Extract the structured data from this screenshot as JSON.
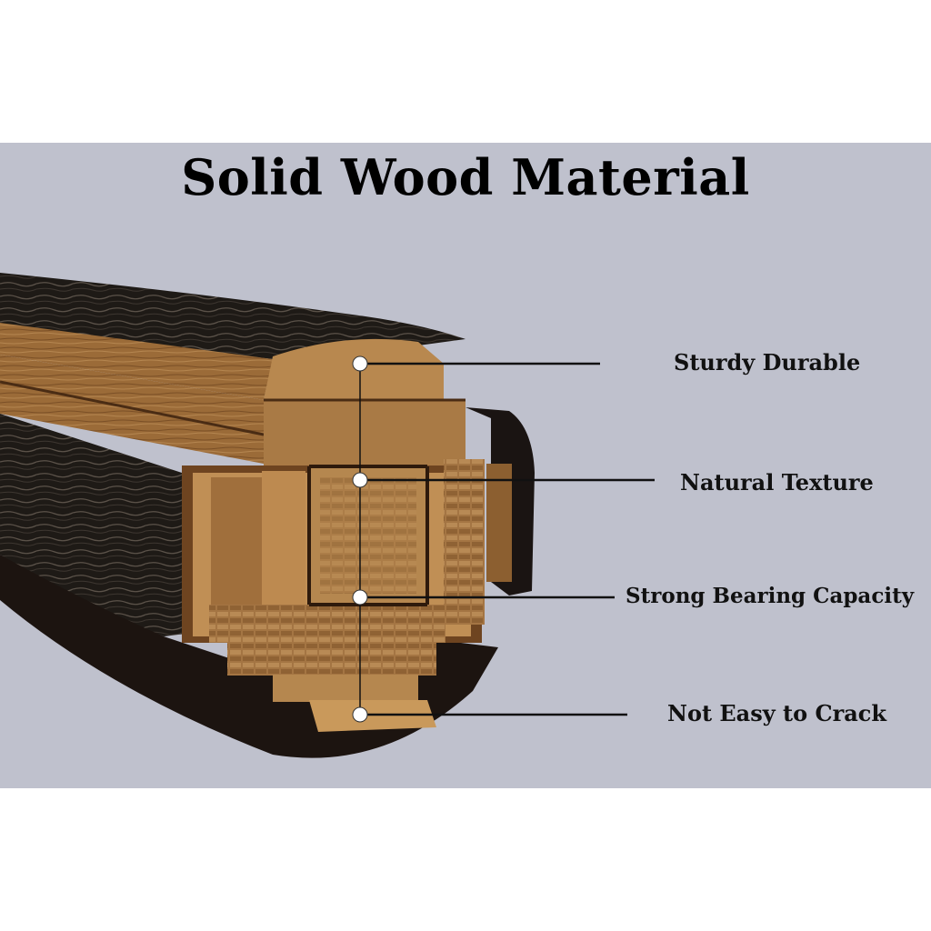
{
  "title": "Solid Wood Material",
  "features": [
    {
      "label": "Sturdy Durable"
    },
    {
      "label": "Natural  Texture"
    },
    {
      "label": "Strong Bearing Capacity"
    },
    {
      "label": "Not Easy to Crack"
    }
  ],
  "colors": {
    "panel_background": "#bfc1cd",
    "page_background": "#ffffff",
    "bark": "#1e1a16",
    "wood_light": "#b5874f",
    "wood_mid": "#8c5f30",
    "wood_dark": "#4a2c14",
    "callout_line": "#111111",
    "callout_dot": "#ffffff"
  }
}
